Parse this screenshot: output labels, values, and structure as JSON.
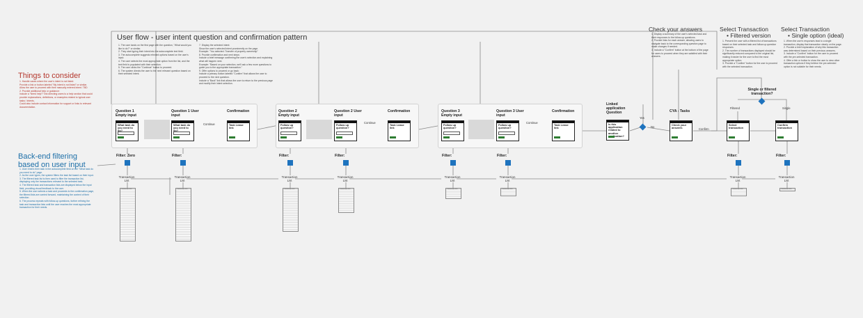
{
  "colors": {
    "accent": "#1e73be",
    "button": "#2e7d32",
    "warning": "#b4372d",
    "note": "#1d6fa8"
  },
  "title": "User flow - user intent question and confirmation pattern",
  "flow_steps": [
    "1. The user lands on the first page with the question, \"What would you like to do?\" or similar.",
    "2. They start typing their intent into the autocomplete text field.",
    "3. The autocomplete suggests relevant options based on the user's input.",
    "4. The user selects the most appropriate option from the list, and the text field is populated with their selection.",
    "5. The user clicks the \"Continue\" button to proceed.",
    "6. The system directs the user to the next relevant question based on their selected intent."
  ],
  "flow_steps_b": [
    "7. Display the selected intent:",
    "Show the user's selected intent prominently on the page.",
    "Example: \"You selected: Transfer of property ownership\"",
    "8. Provide confirmation and next steps:",
    "Include a brief message confirming the user's selection and explaining what will happen next.",
    "Example: \"Based on your selection, we'll ask a few more questions to guide you to the appropriate transaction.\"",
    "9. Offer options to proceed or go back:",
    "Include a primary button labeled \"Confirm\" that allows the user to proceed to the next question.",
    "Include a \"Back\" link that allows the user to return to the previous page and modify their intent selection."
  ],
  "consider": {
    "title": "Things to consider",
    "items": [
      "1. Handle cases where the user's intent is not listed:",
      "Provide a link or button labeled \"My intent is not listed\" or similar.",
      "Allow the user to proceed with their manually entered intent. TBD",
      "2. Provide additional help or guidance:",
      "Include a \"Need help?\" link directing users to a help section that could provide explanations, definitions, or examples related to typical user tasks / intents.",
      "Could also include contact information for support or links to relevant documentation."
    ]
  },
  "backend": {
    "title": "Back-end filtering based on user input",
    "items": [
      "1. User enters their task in the autocomplete field on the \"What task do you need to do\" page.",
      "2. As the user types, the system filters the task list based on their input.",
      "3. The filtered task list is then used to filter the transaction list, displaying only the transactions relevant to the selected task.",
      "4. The filtered task and transaction lists are displayed below the input field, providing visual feedback to the user.",
      "5. When the user selects a task and proceeds to the confirmation page, the filtered lists are carried forward, maintaining the context of their selection.",
      "6. The process repeats with follow-up questions, further refining the task and transaction lists until the user reaches the most appropriate transaction for their needs."
    ]
  },
  "cya": {
    "title": "Check your answers",
    "items": [
      "1. Display a summary of the user's selected task and their responses to the follow-up questions.",
      "2. Provide links for each answer, allowing users to navigate back to the corresponding question page to make changes if needed.",
      "3. Include a \"Confirm\" button at the bottom of the page for users to proceed when they are satisfied with their answers."
    ]
  },
  "filtered": {
    "title": "Select Transaction",
    "subtitle": "• Filtered version",
    "items": [
      "1. Present the user with a filtered list of transactions based on their selected task and follow-up question responses.",
      "2. The number of transactions displayed should be significantly reduced compared to the original list, making it easier for the user to find the most appropriate option.",
      "3. Provide a \"Confirm\" button for the user to proceed with the selected transaction."
    ]
  },
  "single": {
    "title": "Select Transaction",
    "subtitle": "• Single option (ideal)",
    "items": [
      "1. When the user's responses lead to a single transaction, display that transaction clearly on the page.",
      "2. Provide a brief explanation of why this transaction was determined based on their previous answers.",
      "3. Include a \"Confirm\" button for the user to proceed with the pre-selected transaction.",
      "4. Offer a link or button to show the user to view other transaction options if they believe the pre-selected option is not suitable for their needs."
    ]
  },
  "columns": [
    {
      "label": "Question 1\nEmpty input",
      "card": "What task do you need to do?",
      "input": true,
      "filter": "Filter: Zero",
      "list": "Transaction\nList",
      "rows": 22
    },
    {
      "label": "Question 1\nUser input",
      "card": "What task do you need to do?",
      "input": true,
      "filter": "Filter:",
      "list": "Transaction\nList",
      "rows": 22
    },
    {
      "label": "Confirmation",
      "card": "Task Lease\nlink",
      "input": false,
      "filter": "",
      "list": "",
      "rows": 0
    },
    {
      "label": "Question 2\nEmpty input",
      "card": "Follow up question?",
      "input": true,
      "filter": "Filter:",
      "list": "Transaction\nList",
      "rows": 18
    },
    {
      "label": "Question 2\nUser input",
      "card": "Follow up question?",
      "input": true,
      "filter": "Filter:",
      "list": "Transaction\nList",
      "rows": 10
    },
    {
      "label": "Confirmation",
      "card": "Task Lease\nlink",
      "input": false,
      "filter": "",
      "list": "",
      "rows": 0
    },
    {
      "label": "Question 3\nEmpty input",
      "card": "Follow up question?",
      "input": true,
      "filter": "Filter:",
      "list": "Transaction\nList",
      "rows": 4
    },
    {
      "label": "Question 3\nUser input",
      "card": "Follow up question?",
      "input": true,
      "filter": "Filter:",
      "list": "Transaction\nList",
      "rows": 3
    },
    {
      "label": "Confirmation",
      "card": "Task Lease\nlink",
      "input": false,
      "filter": "",
      "list": "",
      "rows": 0
    },
    {
      "label": "Linked application Question",
      "card": "Is this application related to another application?",
      "input": false,
      "filter": "",
      "list": "",
      "rows": 0
    },
    {
      "label": "CYA - Tasks",
      "card": "Check your answers",
      "input": false,
      "filter": "",
      "list": "",
      "rows": 0
    },
    {
      "label": "",
      "card": "Select transaction",
      "input": false,
      "filter": "Filter:",
      "list": "Transaction\nList",
      "rows": 3
    },
    {
      "label": "",
      "card": "Confirm transaction",
      "input": false,
      "filter": "Filter:",
      "list": "Transaction\nList",
      "rows": 1
    }
  ],
  "connectors": {
    "continue": "Continue",
    "yes": "Yes",
    "no": "No",
    "confirm": "Confirm",
    "filtered": "Filtered",
    "single": "Single",
    "decision": "Single or filtered transaction?"
  },
  "row_text": "Transaction 001"
}
